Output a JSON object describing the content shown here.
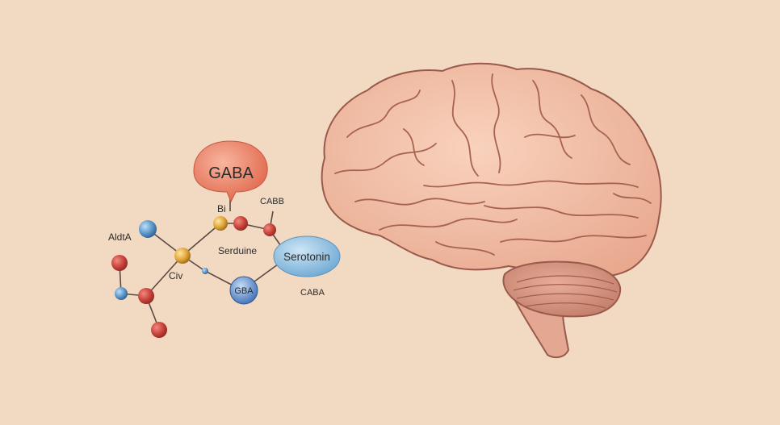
{
  "colors": {
    "background": "#f1d9c2",
    "brain": "#f0bda6",
    "brain_outline": "#9a5a4b",
    "cerebellum": "#d99a86",
    "atom_red": "#c8423a",
    "atom_blue": "#5a95c9",
    "atom_yellow": "#e0a53a",
    "gaba_bubble": "#ea7d62",
    "serotonin_bubble": "#7fb7dd"
  },
  "labels": {
    "gaba_bubble": "GABA",
    "serotonin_bubble": "Serotonin",
    "gba_node": "GBA",
    "aldta": "AldtA",
    "civ": "Civ",
    "bi": "Bi",
    "cabb": "CABB",
    "serduine": "Serduine",
    "caba": "CABA"
  },
  "icons": {
    "brain": "brain-illustration",
    "molecule": "molecule-diagram"
  }
}
